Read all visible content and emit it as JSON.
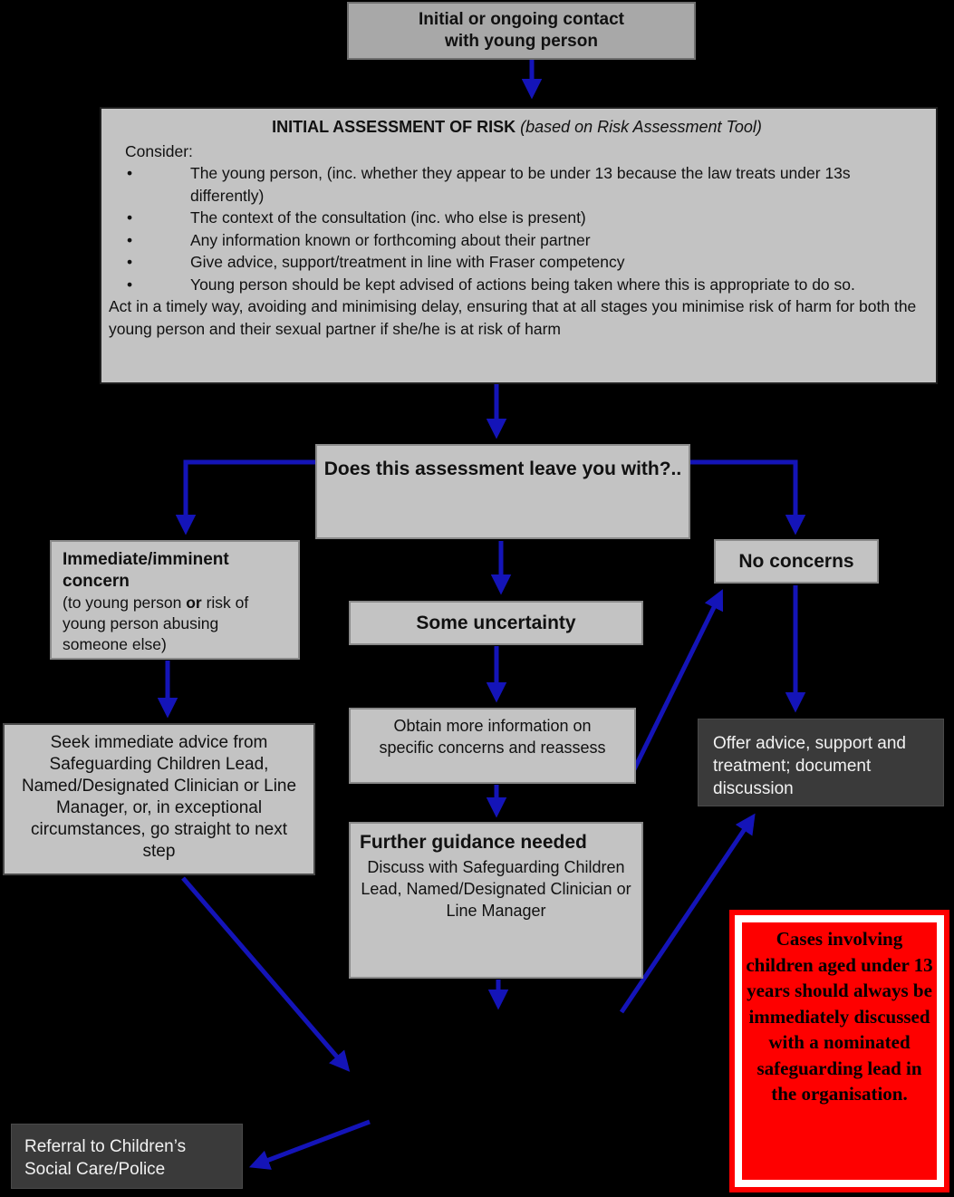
{
  "colors": {
    "background": "#000000",
    "box_gray": "#c3c3c3",
    "box_contact_gray": "#a8a8a8",
    "box_dark": "#3a3a3a",
    "warning_red": "#fe0000",
    "warning_border_white": "#ffffff",
    "arrow_blue": "#1414b8",
    "text_dark": "#111111",
    "text_light": "#f2f2f2"
  },
  "nodes": {
    "contact": {
      "line1": "Initial or ongoing contact",
      "line2": "with young person"
    },
    "assessment": {
      "title": "INITIAL ASSESSMENT OF RISK",
      "title_note": " (based on Risk Assessment Tool)",
      "consider_label": "Consider:",
      "bullet_glyph": "•",
      "bullets": [
        "The young person, (inc. whether they appear to be under 13 because the law treats under 13s differently)",
        "The context of the consultation (inc. who else is present)",
        "Any information known or forthcoming about their partner",
        "Give advice, support/treatment in line with Fraser competency",
        "Young person should be kept advised of actions being taken where this is appropriate to do so."
      ],
      "footer": "Act in a timely way, avoiding and minimising delay, ensuring that at all stages you minimise risk of harm for both the young person and their sexual partner if she/he is at risk of harm"
    },
    "question": {
      "text": "Does this assessment leave you with?.."
    },
    "immediate": {
      "heading": "Immediate/imminent concern",
      "body_pre": "(to young person ",
      "body_bold": "or",
      "body_post": " risk of young person abusing someone else)"
    },
    "some_uncertainty": {
      "text": "Some uncertainty"
    },
    "no_concerns": {
      "text": "No concerns"
    },
    "seek_advice": {
      "text": "Seek immediate advice from Safeguarding Children Lead, Named/Designated Clinician or Line Manager, or, in exceptional circumstances, go straight to next step"
    },
    "obtain_info": {
      "text": "Obtain more information on specific concerns and reassess"
    },
    "offer_advice": {
      "text": "Offer advice, support and treatment; document discussion"
    },
    "further_guidance": {
      "heading": "Further guidance needed",
      "body": "Discuss with Safeguarding Children Lead, Named/Designated Clinician or Line Manager"
    },
    "under13_warning": {
      "text": "Cases involving children aged under 13 years should always be immediately discussed with a nominated safeguarding lead in the organisation."
    },
    "referral": {
      "text": "Referral to Children’s Social Care/Police"
    }
  }
}
